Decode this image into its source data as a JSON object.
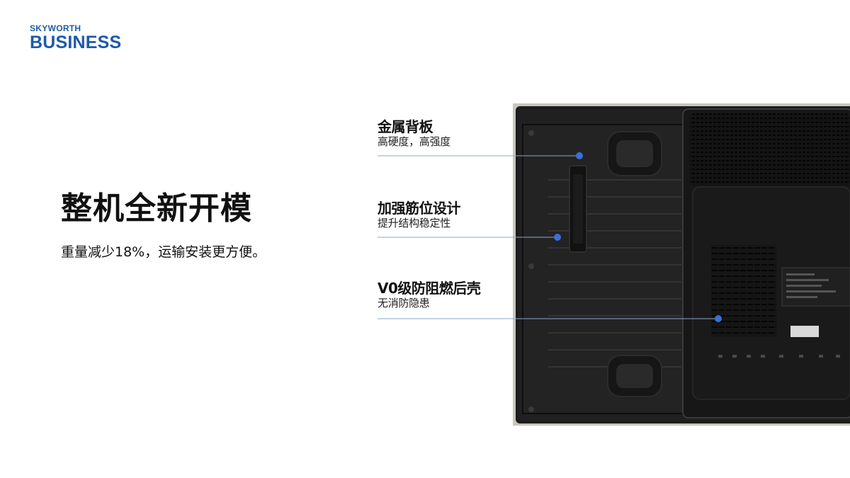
{
  "logo": {
    "top": "SKYWORTH",
    "bottom": "BUSINESS",
    "color": "#1e5aa8"
  },
  "headline": "整机全新开模",
  "subheadline": "重量减少18%，运输安装更方便。",
  "features": [
    {
      "title": "金属背板",
      "desc": "高硬度，高强度"
    },
    {
      "title": "加强筋位设计",
      "desc": "提升结构稳定性"
    },
    {
      "title": "V0级防阻燃后壳",
      "desc": "无消防隐患"
    }
  ],
  "colors": {
    "callout_line": "#8fa6cc",
    "callout_dot": "#3a6fd8"
  }
}
